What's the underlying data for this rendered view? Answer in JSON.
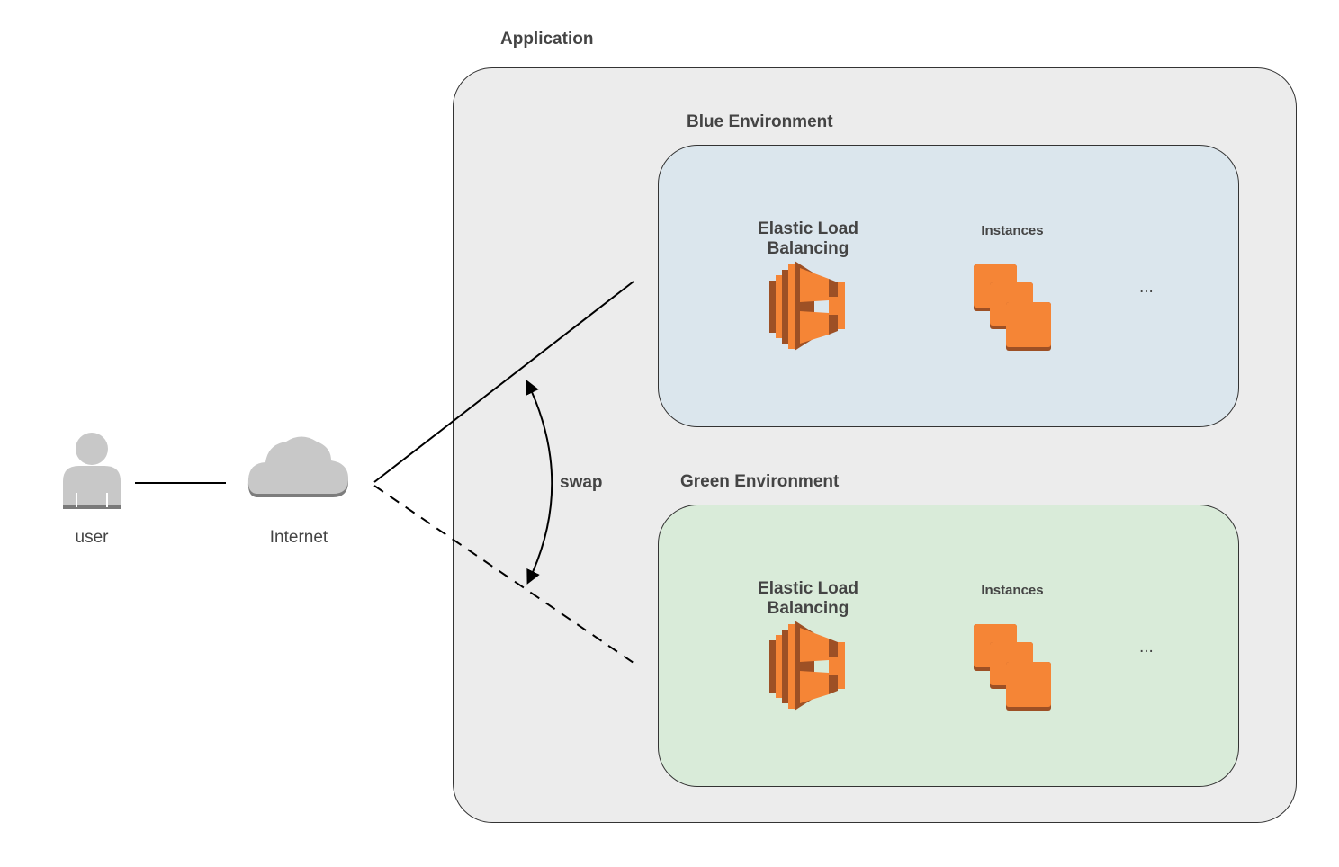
{
  "application": {
    "title": "Application"
  },
  "blue_env": {
    "title": "Blue Environment",
    "elb_label": "Elastic Load Balancing",
    "instances_label": "Instances",
    "more": "..."
  },
  "green_env": {
    "title": "Green Environment",
    "elb_label": "Elastic Load Balancing",
    "instances_label": "Instances",
    "more": "..."
  },
  "user": {
    "label": "user",
    "icon": "user-icon"
  },
  "internet": {
    "label": "Internet",
    "icon": "cloud-icon"
  },
  "swap": {
    "label": "swap"
  },
  "colors": {
    "app_bg": "#ececec",
    "blue_env_bg": "#dbe6ed",
    "green_env_bg": "#d9ebd9",
    "aws_orange": "#f58536",
    "aws_orange_dark": "#9d5025",
    "icon_gray": "#c8c8c8"
  }
}
